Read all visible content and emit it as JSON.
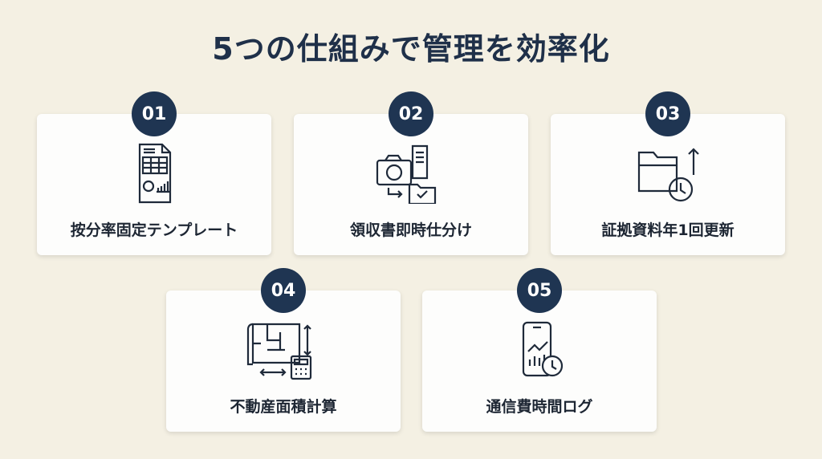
{
  "title": "5つの仕組みで管理を効率化",
  "items": [
    {
      "number": "01",
      "label": "按分率固定テンプレート",
      "icon": "spreadsheet-document-icon"
    },
    {
      "number": "02",
      "label": "領収書即時仕分け",
      "icon": "camera-receipt-folder-icon"
    },
    {
      "number": "03",
      "label": "証拠資料年1回更新",
      "icon": "folder-clock-icon"
    },
    {
      "number": "04",
      "label": "不動産面積計算",
      "icon": "floorplan-calculator-icon"
    },
    {
      "number": "05",
      "label": "通信費時間ログ",
      "icon": "phone-chart-clock-icon"
    }
  ],
  "colors": {
    "background": "#f4f0e3",
    "badge": "#1f3552",
    "text": "#1f3049"
  }
}
